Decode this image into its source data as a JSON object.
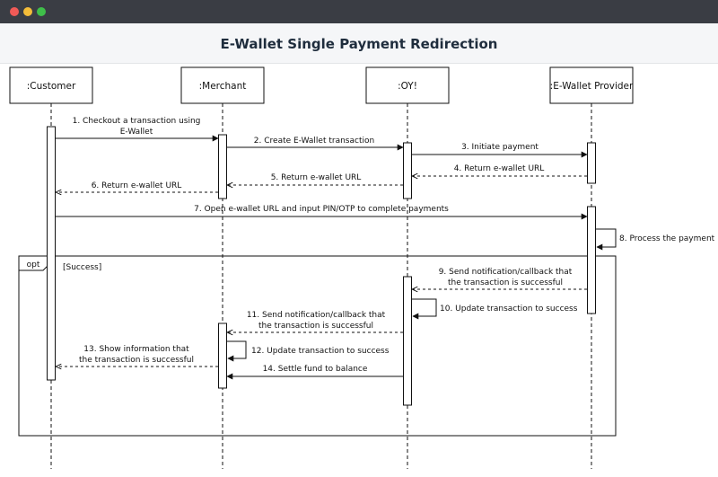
{
  "window": {
    "title": "E-Wallet Single Payment Redirection",
    "traffic_lights": [
      "#f05a57",
      "#f4bd39",
      "#3fbf4a"
    ]
  },
  "participants": [
    ":Customer",
    ":Merchant",
    ":OY!",
    ":E-Wallet Provider"
  ],
  "fragment": {
    "operator": "opt",
    "guard": "[Success]"
  },
  "messages": [
    {
      "n": 1,
      "lines": [
        "1. Checkout a transaction using",
        "E-Wallet"
      ],
      "from": ":Customer",
      "to": ":Merchant",
      "style": "solid"
    },
    {
      "n": 2,
      "lines": [
        "2. Create E-Wallet transaction"
      ],
      "from": ":Merchant",
      "to": ":OY!",
      "style": "solid"
    },
    {
      "n": 3,
      "lines": [
        "3. Initiate payment"
      ],
      "from": ":OY!",
      "to": ":E-Wallet Provider",
      "style": "solid"
    },
    {
      "n": 4,
      "lines": [
        "4. Return e-wallet URL"
      ],
      "from": ":E-Wallet Provider",
      "to": ":OY!",
      "style": "dashed"
    },
    {
      "n": 5,
      "lines": [
        "5. Return e-wallet URL"
      ],
      "from": ":OY!",
      "to": ":Merchant",
      "style": "dashed"
    },
    {
      "n": 6,
      "lines": [
        "6. Return e-wallet URL"
      ],
      "from": ":Merchant",
      "to": ":Customer",
      "style": "dashed"
    },
    {
      "n": 7,
      "lines": [
        "7. Open e-wallet URL and input PIN/OTP to complete payments"
      ],
      "from": ":Customer",
      "to": ":E-Wallet Provider",
      "style": "solid"
    },
    {
      "n": 8,
      "lines": [
        "8. Process the payment"
      ],
      "from": ":E-Wallet Provider",
      "to": ":E-Wallet Provider",
      "style": "self"
    },
    {
      "n": 9,
      "lines": [
        "9. Send notification/callback that",
        "the transaction is successful"
      ],
      "from": ":E-Wallet Provider",
      "to": ":OY!",
      "style": "dashed"
    },
    {
      "n": 10,
      "lines": [
        "10. Update transaction to success"
      ],
      "from": ":OY!",
      "to": ":OY!",
      "style": "self"
    },
    {
      "n": 11,
      "lines": [
        "11. Send notification/callback that",
        "the transaction is successful"
      ],
      "from": ":OY!",
      "to": ":Merchant",
      "style": "dashed"
    },
    {
      "n": 12,
      "lines": [
        "12. Update transaction to success"
      ],
      "from": ":Merchant",
      "to": ":Merchant",
      "style": "self"
    },
    {
      "n": 13,
      "lines": [
        "13. Show information that",
        "the transaction is successful"
      ],
      "from": ":Merchant",
      "to": ":Customer",
      "style": "dashed"
    },
    {
      "n": 14,
      "lines": [
        "14. Settle fund to balance"
      ],
      "from": ":OY!",
      "to": ":Merchant",
      "style": "solid"
    }
  ]
}
